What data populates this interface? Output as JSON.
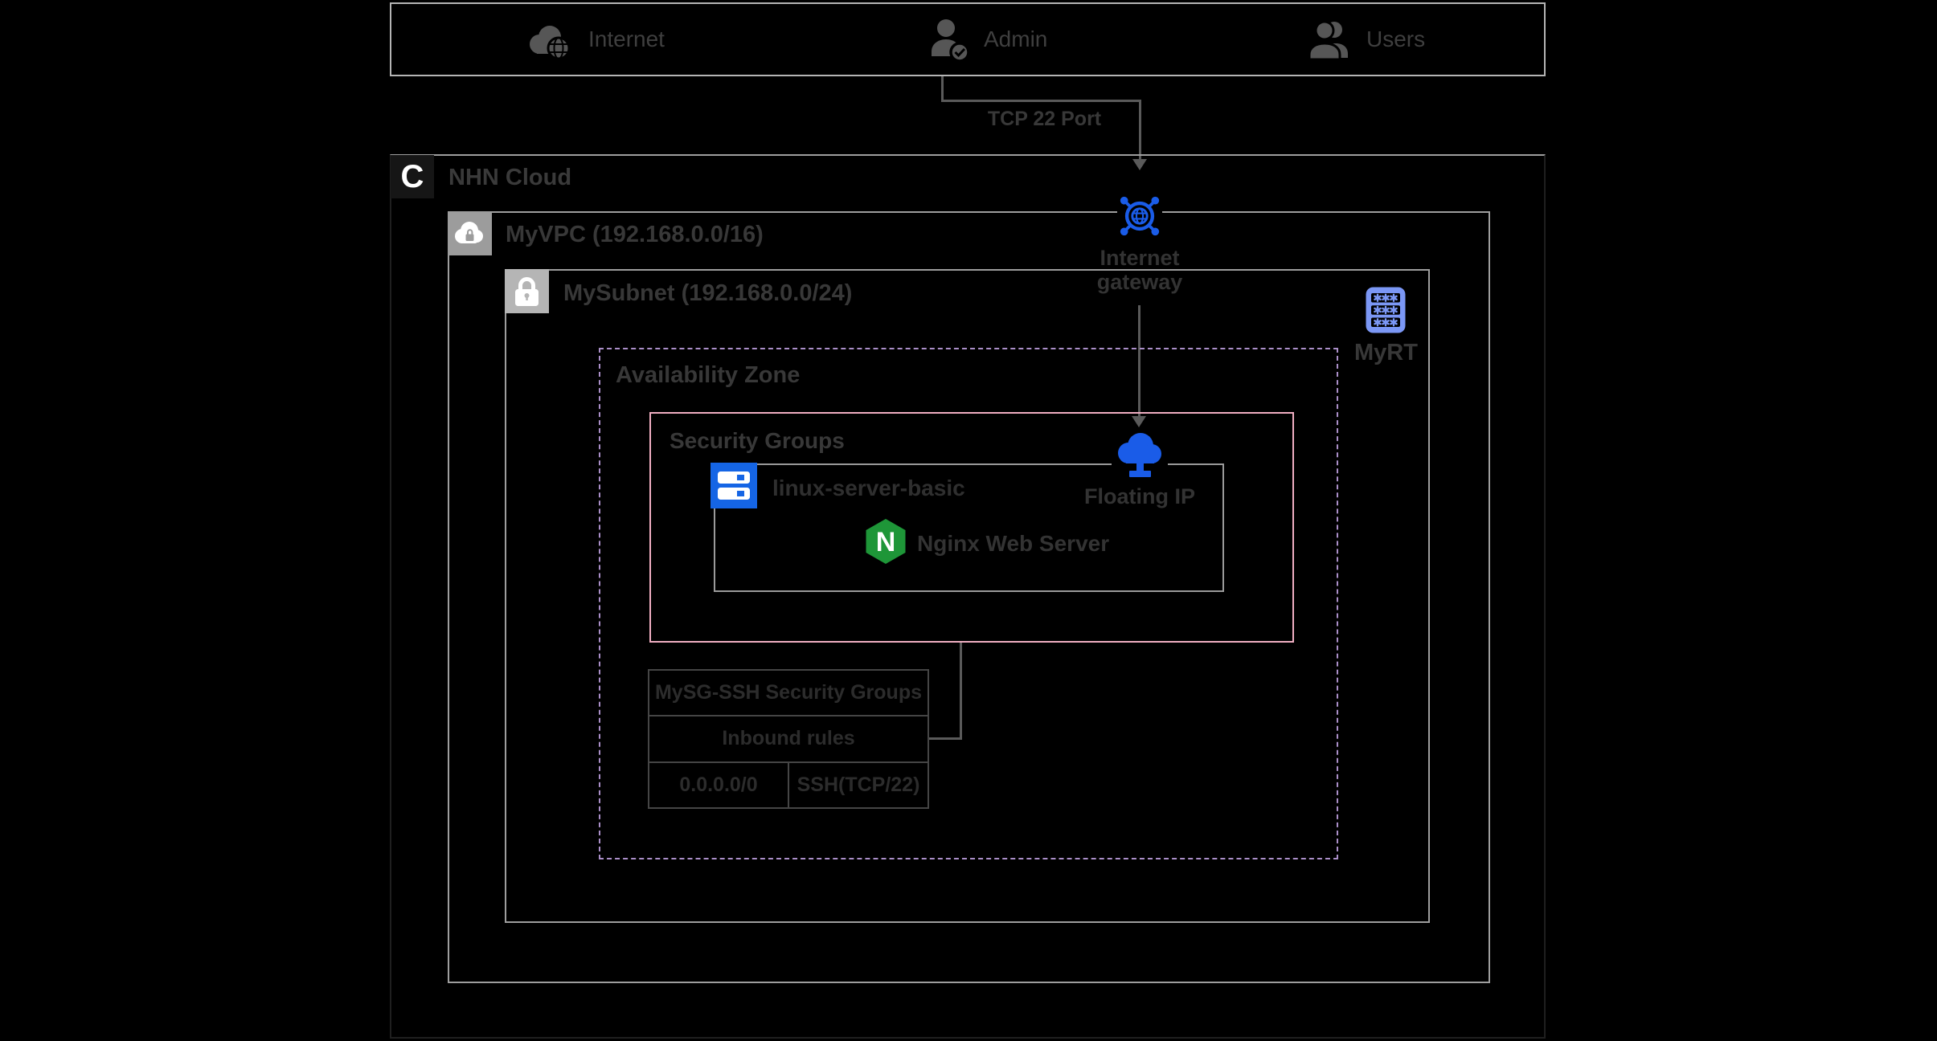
{
  "diagram": {
    "title": "NHN Cloud network architecture diagram",
    "actors_bar": {
      "internet_label": "Internet",
      "admin_label": "Admin",
      "users_label": "Users"
    },
    "connection": {
      "label": "TCP 22 Port"
    },
    "cloud": {
      "provider_initial": "C",
      "title": "NHN Cloud"
    },
    "vpc": {
      "title": "MyVPC (192.168.0.0/16)"
    },
    "subnet": {
      "title": "MySubnet (192.168.0.0/24)"
    },
    "internet_gateway": {
      "label_line1": "Internet",
      "label_line2": "gateway"
    },
    "route_table": {
      "label": "MyRT"
    },
    "availability_zone": {
      "title": "Availability Zone"
    },
    "security_groups": {
      "title": "Security Groups"
    },
    "instance": {
      "title": "linux-server-basic",
      "software_initial": "N",
      "software_label": "Nginx Web Server"
    },
    "floating_ip": {
      "label": "Floating IP"
    },
    "sg_table": {
      "header": "MySG-SSH Security Groups",
      "subheader": "Inbound rules",
      "rows": [
        {
          "source": "0.0.0.0/0",
          "rule": "SSH(TCP/22)"
        }
      ]
    },
    "colors": {
      "background": "#000000",
      "primary_blue": "#1a5ce8",
      "server_badge_blue": "#1565e5",
      "route_table_blue": "#7b97f5",
      "nginx_green": "#1e9638",
      "security_groups_pink": "#f0aec2",
      "availability_zone_purple": "#ab8fc9",
      "box_border_gray": "#9e9e9e",
      "connector_gray": "#5a5a5a",
      "label_gray": "#383838"
    }
  }
}
